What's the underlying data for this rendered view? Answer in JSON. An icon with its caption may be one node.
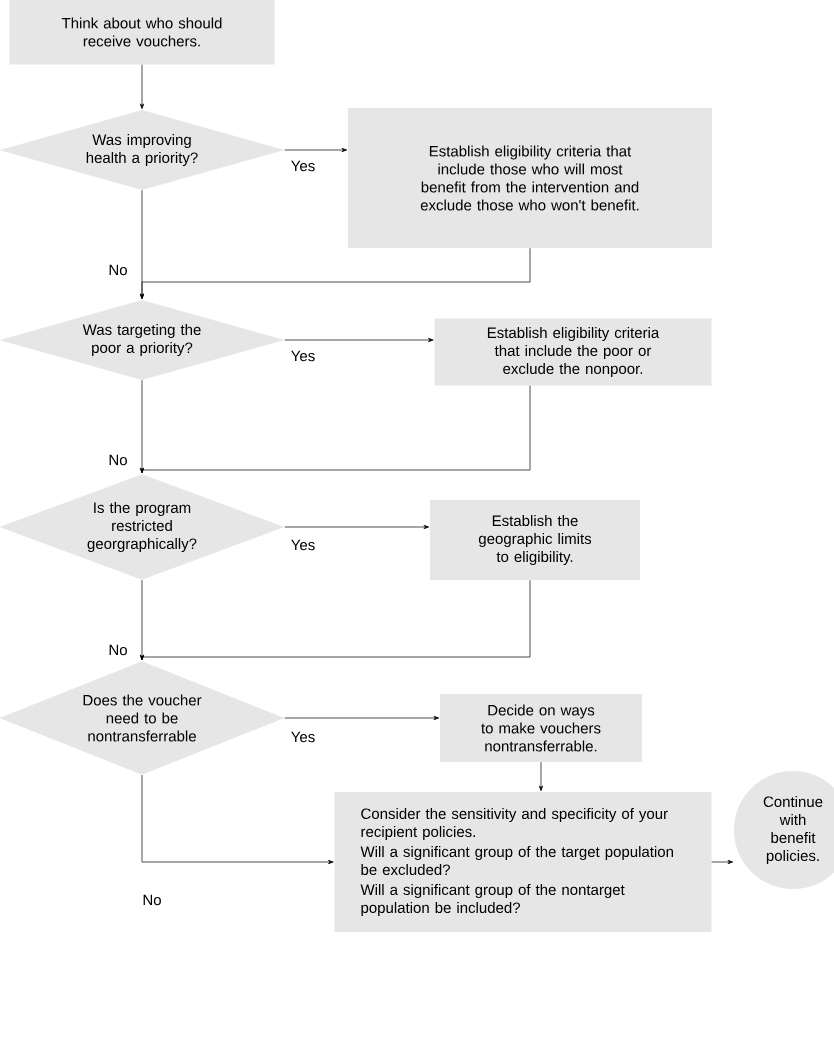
{
  "diagram": {
    "nodes": [
      {
        "text": [
          "Think about who should receive vouchers."
        ]
      },
      {
        "text": [
          "Was improving health a priority?"
        ]
      },
      {
        "text": [
          "Establish eligibility criteria that include those who will most benefit from the intervention and exclude those who won't benefit."
        ]
      },
      {
        "text": [
          "Was targeting the poor a priority?"
        ]
      },
      {
        "text": [
          "Establish eligibility criteria that include the poor or exclude the nonpoor."
        ]
      },
      {
        "text": [
          "Is the program restricted georgraphically?"
        ]
      },
      {
        "text": [
          "Establish the geographic limits to eligibility."
        ]
      },
      {
        "text": [
          "Does the voucher need to be nontransferrable"
        ]
      },
      {
        "text": [
          "Decide on ways to make vouchers nontransferrable."
        ]
      },
      {
        "text": [
          "Consider the sensitivity and specificity of your recipient policies.",
          "Will a significant group of the target population be excluded?",
          "Will a significant group of the nontarget population be included?"
        ]
      },
      {
        "text": [
          "Continue with benefit policies."
        ]
      }
    ],
    "edges": [
      {
        "from": 0,
        "to": 1,
        "arrow": "to"
      },
      {
        "from": 1,
        "to": 2,
        "arrow": "to",
        "label": "Yes"
      },
      {
        "from": 1,
        "to": 3,
        "arrow": "to",
        "label": "No"
      },
      {
        "from": 2,
        "to": 3,
        "arrow": "to"
      },
      {
        "from": 3,
        "to": 4,
        "arrow": "to",
        "label": "Yes"
      },
      {
        "from": 3,
        "to": 5,
        "arrow": "to",
        "label": "No"
      },
      {
        "from": 4,
        "to": 5,
        "arrow": "to"
      },
      {
        "from": 5,
        "to": 6,
        "arrow": "to",
        "label": "Yes"
      },
      {
        "from": 5,
        "to": 7,
        "arrow": "to",
        "label": "No"
      },
      {
        "from": 6,
        "to": 7,
        "arrow": "to"
      },
      {
        "from": 7,
        "to": 8,
        "arrow": "to",
        "label": "Yes"
      },
      {
        "from": 7,
        "to": 9,
        "arrow": "to",
        "label": "No"
      },
      {
        "from": 8,
        "to": 9,
        "arrow": "to"
      },
      {
        "from": 9,
        "to": 10,
        "arrow": "to"
      }
    ]
  }
}
